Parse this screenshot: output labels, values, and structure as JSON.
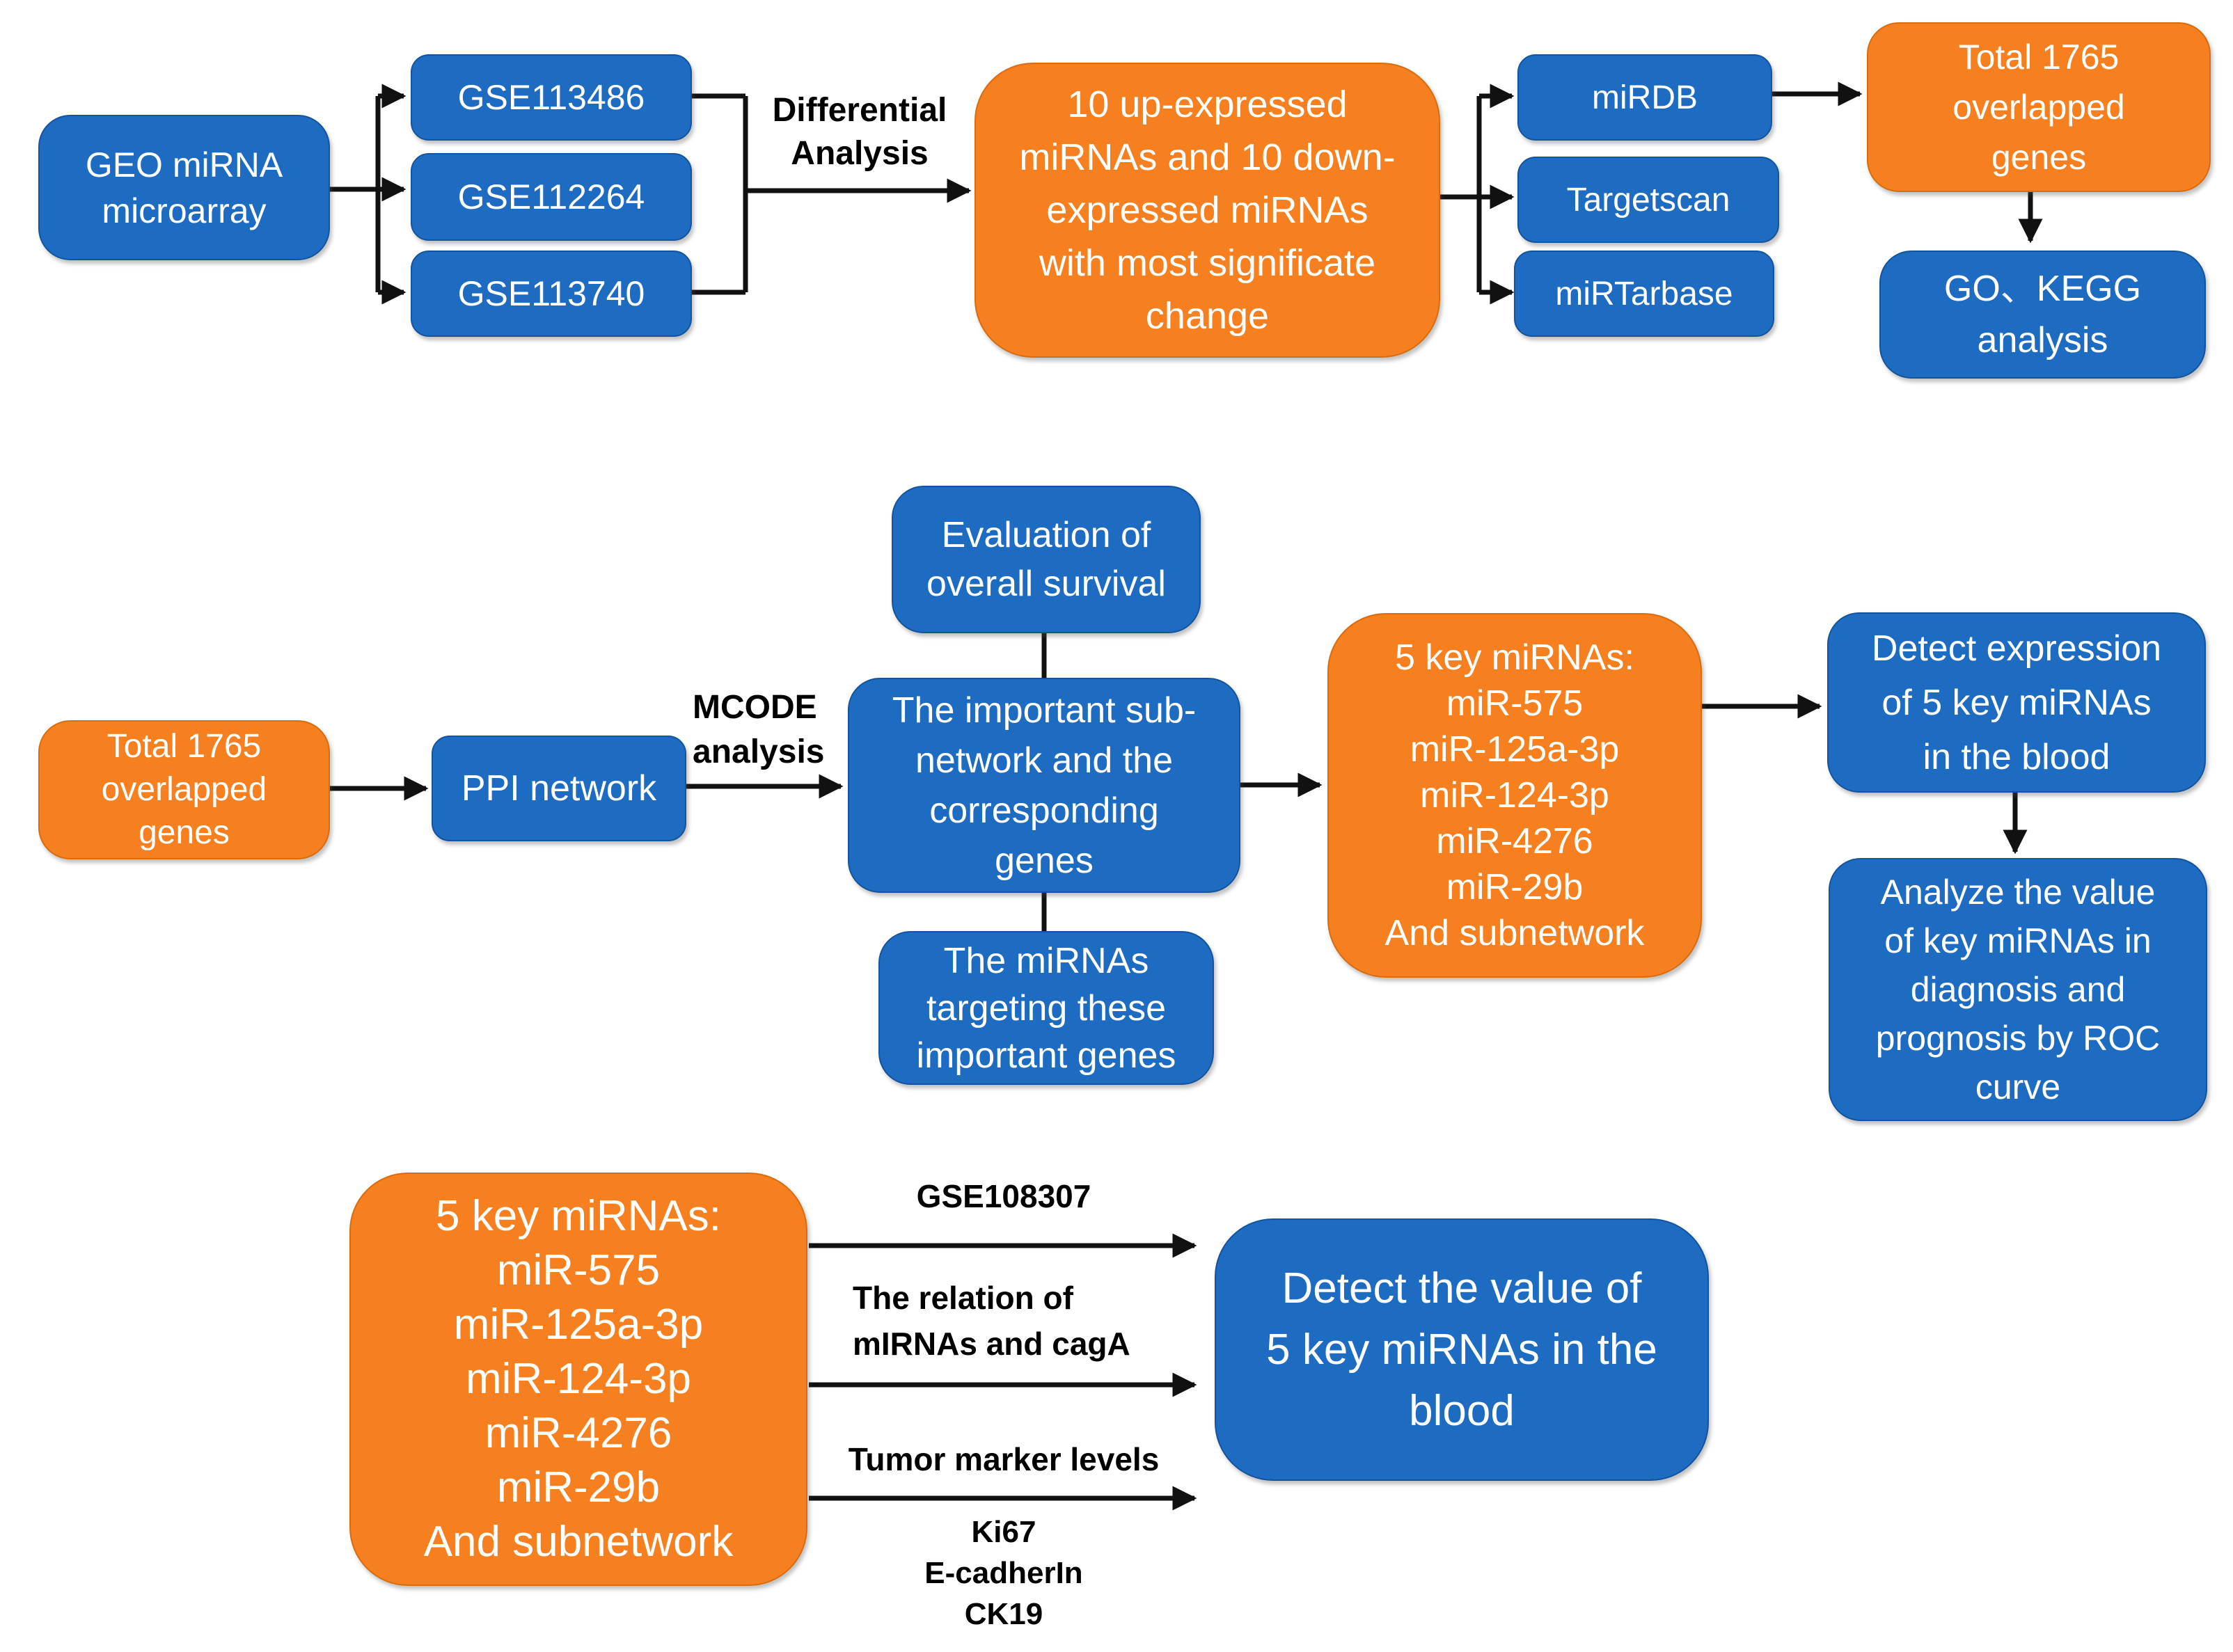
{
  "colors": {
    "box_blue": "#1E6BC2",
    "box_orange": "#F6801F",
    "connector": "#111111",
    "box_text": "#FFFFFF",
    "label_text": "#000000"
  },
  "top_row": {
    "geo_box": "GEO miRNA\nmicroarray",
    "gse_boxes": [
      "GSE113486",
      "GSE112264",
      "GSE113740"
    ],
    "differential_label": "Differential\nAnalysis",
    "updown_box": "10 up-expressed\nmiRNAs and 10 down-\nexpressed miRNAs\nwith most significate\nchange",
    "db_boxes": [
      "miRDB",
      "Targetscan",
      "miRTarbase"
    ],
    "total_genes_box": "Total 1765\noverlapped\ngenes",
    "go_kegg_box": "GO、KEGG\nanalysis"
  },
  "middle_row": {
    "total_genes_box": "Total 1765\noverlapped\ngenes",
    "ppi_box": "PPI network",
    "mcode_label": "MCODE\nanalysis",
    "evaluation_box": "Evaluation of\noverall survival",
    "subnetwork_box": "The important sub-\nnetwork and the\ncorresponding\ngenes",
    "targeting_box": "The miRNAs\ntargeting these\nimportant genes",
    "key_mirnas_box": "5 key miRNAs:\nmiR-575\nmiR-125a-3p\nmiR-124-3p\nmiR-4276\nmiR-29b\nAnd subnetwork",
    "detect_expression_box": "Detect expression\nof 5 key miRNAs\nin the blood",
    "analyze_box": "Analyze the value\nof key miRNAs in\ndiagnosis and\nprognosis by ROC\ncurve"
  },
  "bottom_row": {
    "key_mirnas_box": "5 key miRNAs:\nmiR-575\nmiR-125a-3p\nmiR-124-3p\nmiR-4276\nmiR-29b\nAnd subnetwork",
    "gse_label": "GSE108307",
    "relation_label": "The relation of\nmIRNAs and cagA",
    "tumor_label": "Tumor marker levels",
    "marker_list": "Ki67\nE-cadherIn\nCK19",
    "detect_value_box": "Detect the value of\n5 key miRNAs in the\nblood"
  }
}
